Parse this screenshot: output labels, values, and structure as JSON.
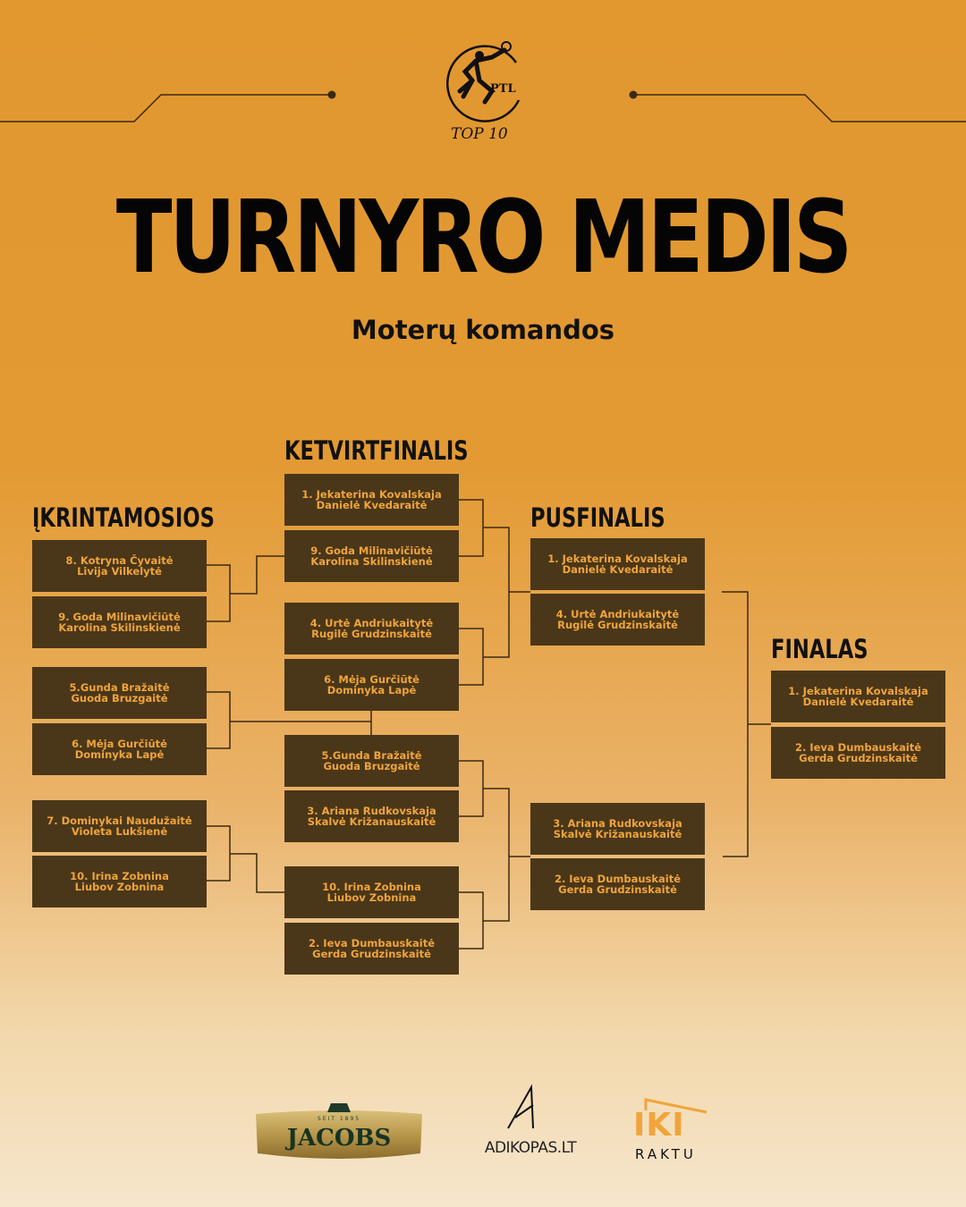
{
  "header": {
    "logo_text": "PTL",
    "logo_sub": "TOP 10",
    "title": "TURNYRO MEDIS",
    "subtitle": "Moterų komandos"
  },
  "rounds": {
    "playin": "ĮKRINTAMOSIOS",
    "quarter": "KETVIRTFINALIS",
    "semi": "PUSFINALIS",
    "final": "FINALAS"
  },
  "matches": {
    "playin": [
      [
        "8. Kotryna Čyvaitė",
        "Livija Vilkelytė"
      ],
      [
        "9. Goda Milinavičiūtė",
        "Karolina Skilinskienė"
      ],
      [
        "5.Gunda Bražaitė",
        "Guoda Bruzgaitė"
      ],
      [
        "6. Mėja Gurčiūtė",
        "Dominyka Lapė"
      ],
      [
        "7. Dominykai Naudužaitė",
        "Violeta Lukšienė"
      ],
      [
        "10. Irina Zobnina",
        "Liubov Zobnina"
      ]
    ],
    "quarter": [
      [
        "1. Jekaterina Kovalskaja",
        "Danielė Kvedaraitė"
      ],
      [
        "9. Goda Milinavičiūtė",
        "Karolina Skilinskienė"
      ],
      [
        "4. Urtė Andriukaitytė",
        "Rugilė Grudzinskaitė"
      ],
      [
        "6. Mėja Gurčiūtė",
        "Dominyka Lapė"
      ],
      [
        "5.Gunda Bražaitė",
        "Guoda Bruzgaitė"
      ],
      [
        "3. Ariana Rudkovskaja",
        "Skalvė Križanauskaitė"
      ],
      [
        "10. Irina Zobnina",
        "Liubov Zobnina"
      ],
      [
        "2. Ieva Dumbauskaitė",
        "Gerda Grudzinskaitė"
      ]
    ],
    "semi": [
      [
        "1. Jekaterina Kovalskaja",
        "Danielė Kvedaraitė"
      ],
      [
        "4. Urtė Andriukaitytė",
        "Rugilė Grudzinskaitė"
      ],
      [
        "3. Ariana Rudkovskaja",
        "Skalvė Križanauskaitė"
      ],
      [
        "2. Ieva Dumbauskaitė",
        "Gerda Grudzinskaitė"
      ]
    ],
    "final": [
      [
        "1. Jekaterina Kovalskaja",
        "Danielė Kvedaraitė"
      ],
      [
        "2. Ieva Dumbauskaitė",
        "Gerda Grudzinskaitė"
      ]
    ]
  },
  "sponsors": {
    "jacobs": "JACOBS",
    "jacobs_est": "SEIT 1895",
    "adikopas": "ADIKOPAS.LT",
    "iki": "IKI",
    "raktu": "RAKTU"
  },
  "colors": {
    "box_bg": "#4a3719",
    "box_text": "#f1a43b",
    "line": "#3a2a12"
  }
}
